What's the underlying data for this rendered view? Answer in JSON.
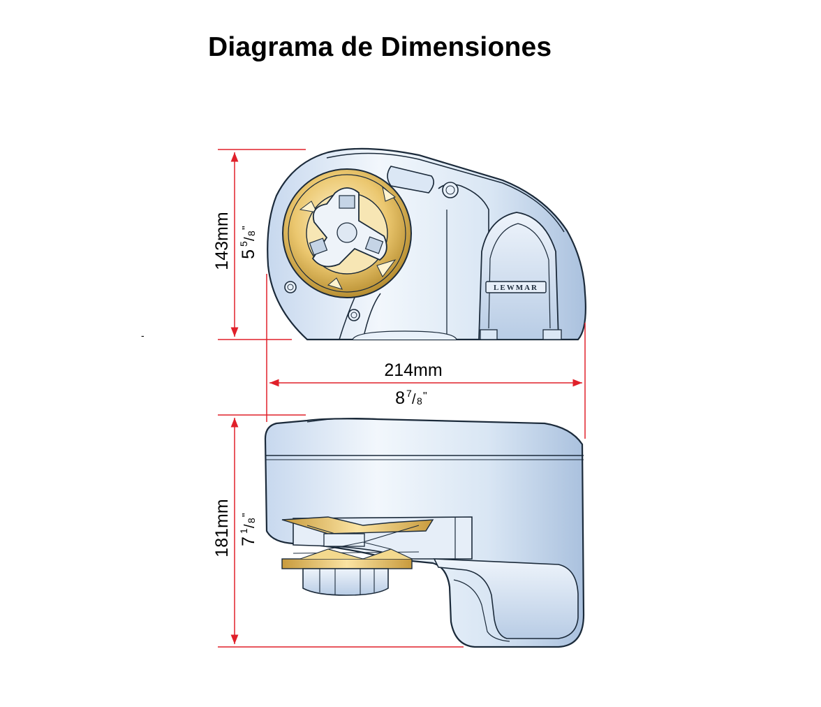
{
  "title": "Diagrama de Dimensiones",
  "stray_mark": "-",
  "brand_plate": "LEWMAR",
  "dimensions": {
    "height_top_view": {
      "metric": "143mm",
      "imperial": "5",
      "imperial_fraction_num": "5",
      "imperial_fraction_den": "8",
      "imperial_suffix": "\""
    },
    "width": {
      "metric": "214mm",
      "imperial": "8",
      "imperial_fraction_num": "7",
      "imperial_fraction_den": "8",
      "imperial_suffix": "\""
    },
    "height_side_view": {
      "metric": "181mm",
      "imperial": "7",
      "imperial_fraction_num": "1",
      "imperial_fraction_den": "8",
      "imperial_suffix": "\""
    }
  },
  "colors": {
    "dimension_line": "#e0202a",
    "body_fill": "#dfeaf6",
    "body_shade": "#b9cde6",
    "gypsy_gold": "#e8c46a",
    "outline": "#1b2a3a"
  }
}
